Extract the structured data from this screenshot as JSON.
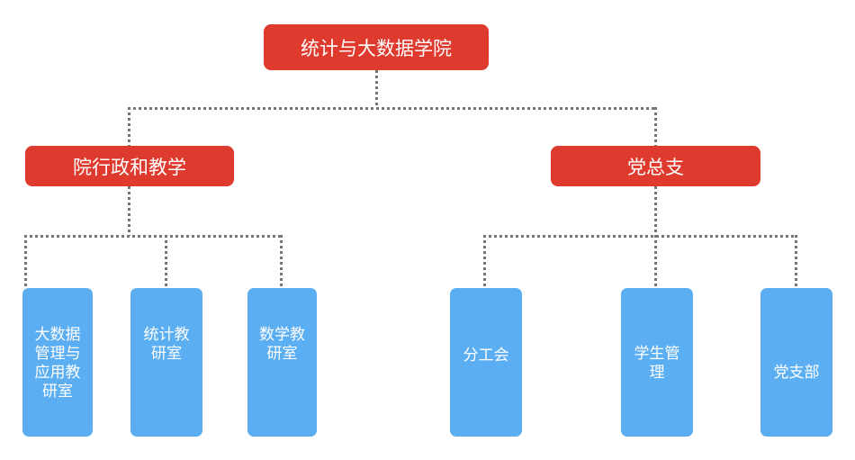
{
  "org": {
    "root": {
      "label": "统计与大数据学院"
    },
    "branches": [
      {
        "label": "院行政和教学",
        "children": [
          {
            "label": "大数据管理与应用教研室",
            "display": "大数据\n管理与\n应用教\n研室"
          },
          {
            "label": "统计教研室",
            "display": "统计教\n研室"
          },
          {
            "label": "数学教研室",
            "display": "数学教\n研室"
          }
        ]
      },
      {
        "label": "党总支",
        "children": [
          {
            "label": "分工会",
            "display": "分工会"
          },
          {
            "label": "学生管理",
            "display": "学生管\n理"
          },
          {
            "label": "党支部",
            "display": "党支部"
          }
        ]
      }
    ]
  },
  "colors": {
    "level_fill": "#DE3A2D",
    "leaf_fill": "#5BAEF2",
    "connector": "#757575",
    "text": "#FFFFFF"
  }
}
